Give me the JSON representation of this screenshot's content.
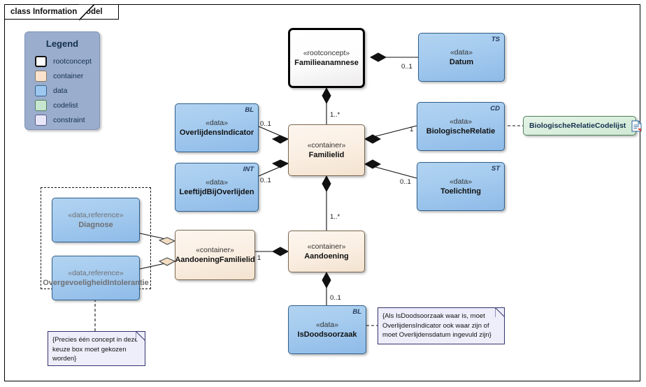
{
  "frame": {
    "tab_label": "class Information Model"
  },
  "legend": {
    "title": "Legend",
    "items": [
      {
        "label": "rootconcept",
        "swatch": "rootconcept"
      },
      {
        "label": "container",
        "swatch": "container"
      },
      {
        "label": "data",
        "swatch": "data"
      },
      {
        "label": "codelist",
        "swatch": "codelist"
      },
      {
        "label": "constraint",
        "swatch": "constraint"
      }
    ]
  },
  "nodes": {
    "familieanamnese": {
      "stereotype": "«rootconcept»",
      "name": "Familieanamnese",
      "corner": ""
    },
    "datum": {
      "stereotype": "«data»",
      "name": "Datum",
      "corner": "TS"
    },
    "overlijdensindicator": {
      "stereotype": "«data»",
      "name": "OverlijdensIndicator",
      "corner": "BL"
    },
    "leeftijdbijoverlijden": {
      "stereotype": "«data»",
      "name": "LeeftijdBijOverlijden",
      "corner": "INT"
    },
    "familielid": {
      "stereotype": "«container»",
      "name": "Familielid",
      "corner": ""
    },
    "biologischerelatie": {
      "stereotype": "«data»",
      "name": "BiologischeRelatie",
      "corner": "CD"
    },
    "toelichting": {
      "stereotype": "«data»",
      "name": "Toelichting",
      "corner": "ST"
    },
    "biologischerelatiecodelijst": {
      "name": "BiologischeRelatieCodelijst",
      "icon": "document-icon"
    },
    "diagnose": {
      "stereotype": "«data,reference»",
      "name": "Diagnose",
      "corner": ""
    },
    "overgevoeligheid": {
      "stereotype": "«data,reference»",
      "name": "OvergevoeligheidIntolerantie",
      "corner": ""
    },
    "aandoeningfamilielid": {
      "stereotype": "«container»",
      "name": "AandoeningFamilielid",
      "corner": ""
    },
    "aandoening": {
      "stereotype": "«container»",
      "name": "Aandoening",
      "corner": ""
    },
    "isdoodsoorzaak": {
      "stereotype": "«data»",
      "name": "IsDoodsoorzaak",
      "corner": "BL"
    }
  },
  "multiplicities": {
    "datum": "0..1",
    "familielid_to_anamnese": "1..*",
    "overlijdensindicator": "0..1",
    "leeftijdbijoverlijden": "0..1",
    "biologischerelatie": "1",
    "toelichting": "0..1",
    "aandoening_to_familielid": "1..*",
    "aandoeningfamilielid": "1",
    "isdoodsoorzaak": "0..1"
  },
  "notes": {
    "keuzebox": "{Precies één concept in deze keuze box moet gekozen worden}",
    "doodsoorzaak": "{Als IsDoodsoorzaak waar is, moet OverlijdensIndicator ook waar zijn of moet Overlijdensdatum ingevuld zijn}"
  },
  "colors": {
    "data_fill": "#a6ccef",
    "container_fill": "#faeee1",
    "codelist_fill": "#d9eedd",
    "constraint_fill": "#eeeefb",
    "legend_bg": "#9aadcd",
    "accent_text": "#14304d"
  }
}
